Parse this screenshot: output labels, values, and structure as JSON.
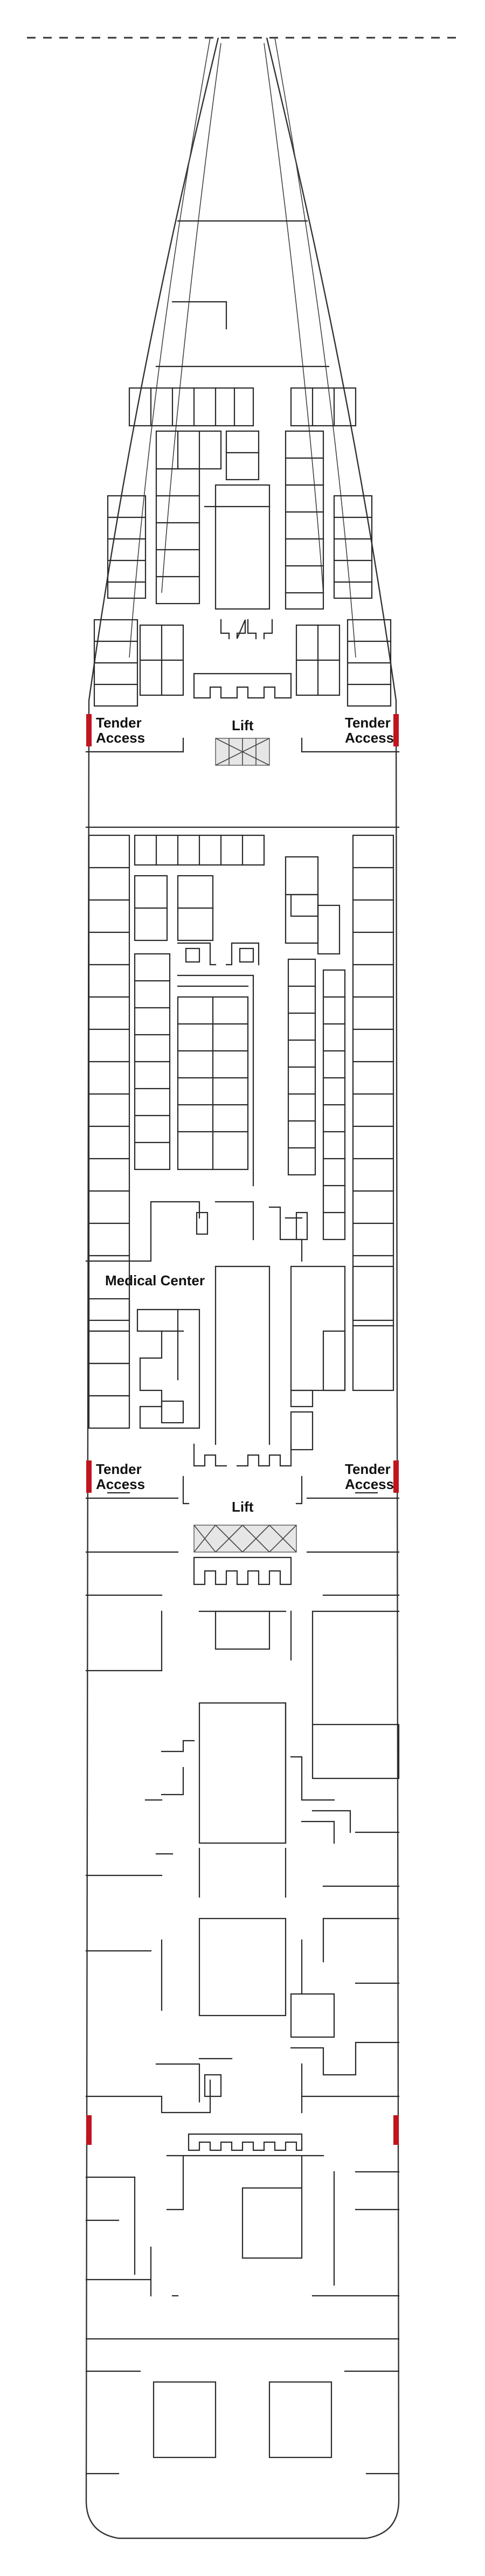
{
  "labels": {
    "tender_access": [
      "Tender",
      "Access"
    ],
    "lift": "Lift",
    "medical_center": "Medical Center"
  },
  "colors": {
    "tender_marker": "#c0141f",
    "lift_fill": "#e6e6e6",
    "walls": "#2a2a2a"
  },
  "icons": {
    "tender_marker": "red-bar-icon",
    "lift": "elevator-stair-icon"
  }
}
